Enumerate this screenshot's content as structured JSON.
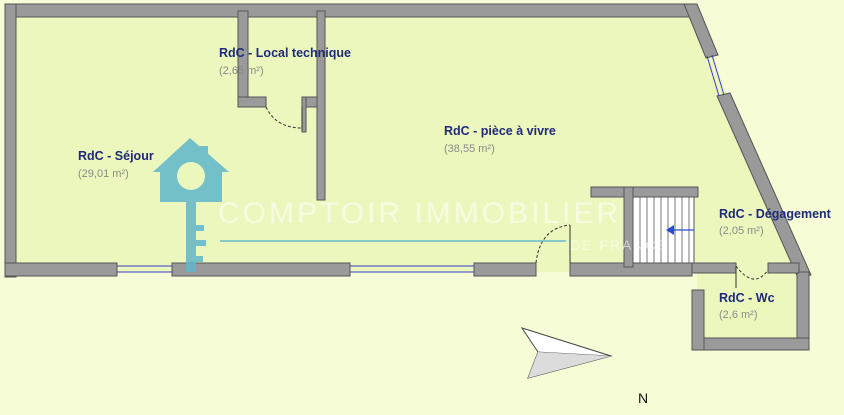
{
  "colors": {
    "background": "#f5fcd6",
    "room_fill": "#ecf7bd",
    "wall": "#9a9a9a",
    "wall_outline": "#555555",
    "label": "#1f2a78",
    "area": "#8a8a8a",
    "watermark": "#5fb7cc"
  },
  "rooms": [
    {
      "name": "RdC - Local technique",
      "area": "(2,65 m²)"
    },
    {
      "name": "RdC - pièce à vivre",
      "area": "(38,55 m²)"
    },
    {
      "name": "RdC - Séjour",
      "area": "(29,01 m²)"
    },
    {
      "name": "RdC - Dégagement",
      "area": "(2,05 m²)"
    },
    {
      "name": "RdC - Wc",
      "area": "(2,6 m²)"
    }
  ],
  "watermark": {
    "line1": "COMPTOIR IMMOBILIER",
    "line2": "DE FRANCE",
    "icon": "house-key-logo-icon"
  },
  "compass": {
    "label": "N",
    "icon": "north-arrow-icon"
  }
}
